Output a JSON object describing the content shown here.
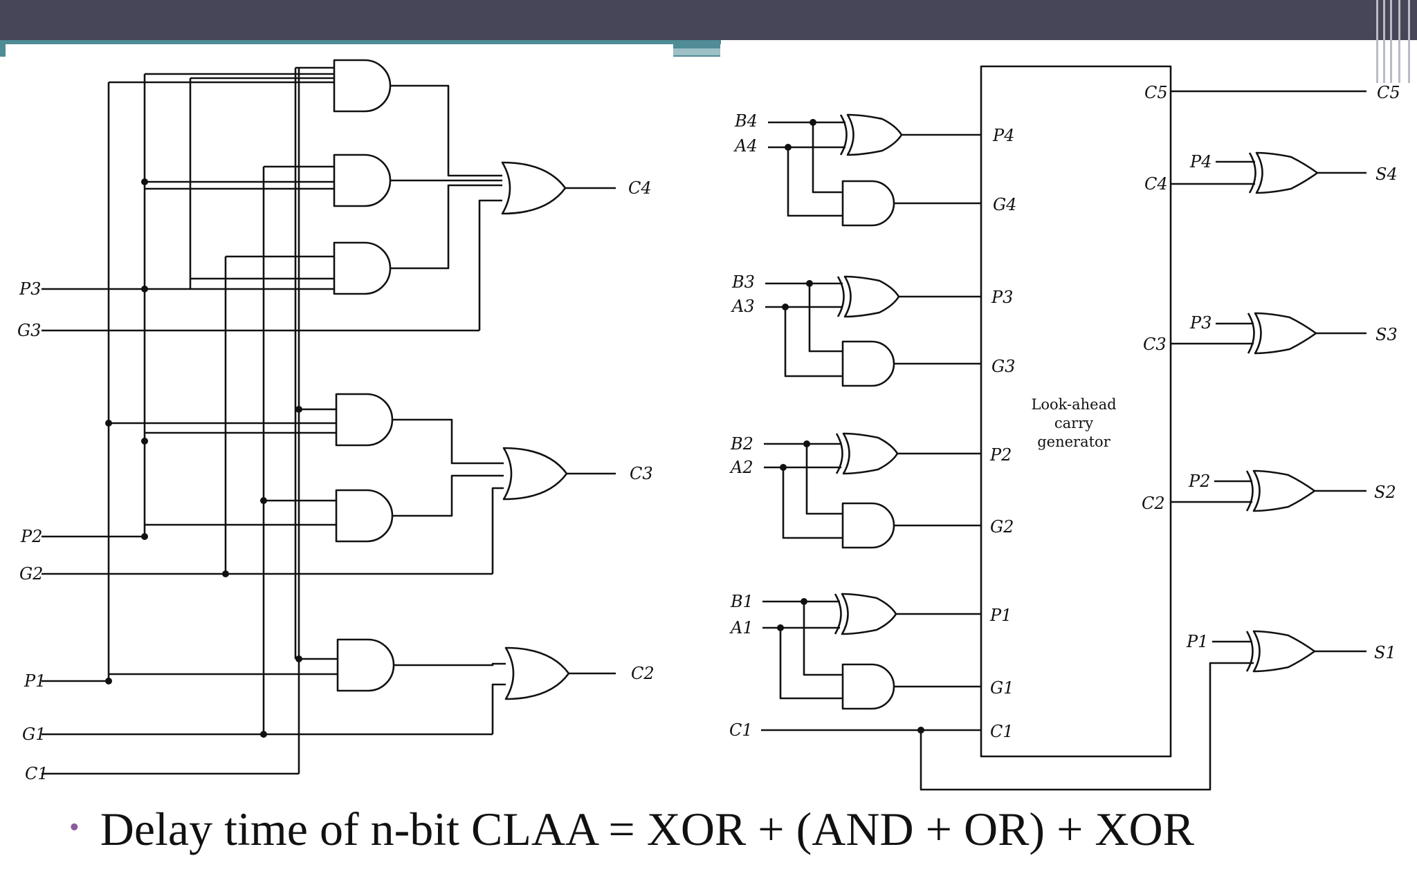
{
  "header": {
    "bar_color": "#474659",
    "accent_color": "#4f8c96"
  },
  "left_circuit": {
    "inputs": {
      "p3": "P3",
      "g3": "G3",
      "p2": "P2",
      "g2": "G2",
      "p1": "P1",
      "g1": "G1",
      "c1": "C1"
    },
    "outputs": {
      "c4": "C4",
      "c3": "C3",
      "c2": "C2"
    }
  },
  "right_circuit": {
    "stages": [
      {
        "b": "B4",
        "a": "A4",
        "p": "P4",
        "g": "G4"
      },
      {
        "b": "B3",
        "a": "A3",
        "p": "P3",
        "g": "G3"
      },
      {
        "b": "B2",
        "a": "A2",
        "p": "P2",
        "g": "G2"
      },
      {
        "b": "B1",
        "a": "A1",
        "p": "P1",
        "g": "G1"
      }
    ],
    "carry_in": "C1",
    "carry_in_port": "C1",
    "block_label": [
      "Look-ahead",
      "carry",
      "generator"
    ],
    "block_outputs": [
      "C5",
      "C4",
      "C3",
      "C2"
    ],
    "carry_out": "C5",
    "sum_stages": [
      {
        "p": "P4",
        "s": "S4"
      },
      {
        "p": "P3",
        "s": "S3"
      },
      {
        "p": "P2",
        "s": "S2"
      },
      {
        "p": "P1",
        "s": "S1"
      }
    ]
  },
  "caption": {
    "bullet": "•",
    "text": "Delay time of n-bit CLAA = XOR + (AND + OR) + XOR"
  }
}
